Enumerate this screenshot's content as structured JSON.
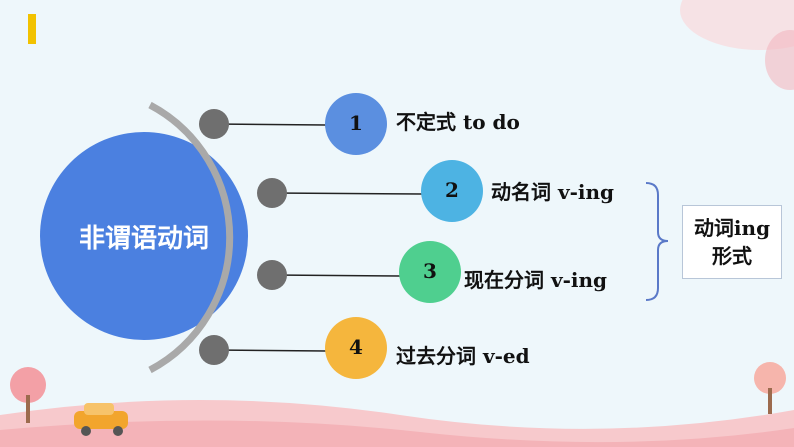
{
  "main_concept": "非谓语动词",
  "items": [
    {
      "number": "1",
      "label": "不定式 to do",
      "color": "#5b8fe0"
    },
    {
      "number": "2",
      "label": "动名词 v-ing",
      "color": "#4db3e3"
    },
    {
      "number": "3",
      "label": "现在分词 v-ing",
      "color": "#4fcf8f"
    },
    {
      "number": "4",
      "label": "过去分词 v-ed",
      "color": "#f5b63d"
    }
  ],
  "group_label_line1": "动词ing",
  "group_label_line2": "形式",
  "colors": {
    "main_circle": "#4b80e0",
    "arc": "#a9a9a9",
    "node": "#6f6f6f",
    "bracket": "#5a79c8"
  }
}
